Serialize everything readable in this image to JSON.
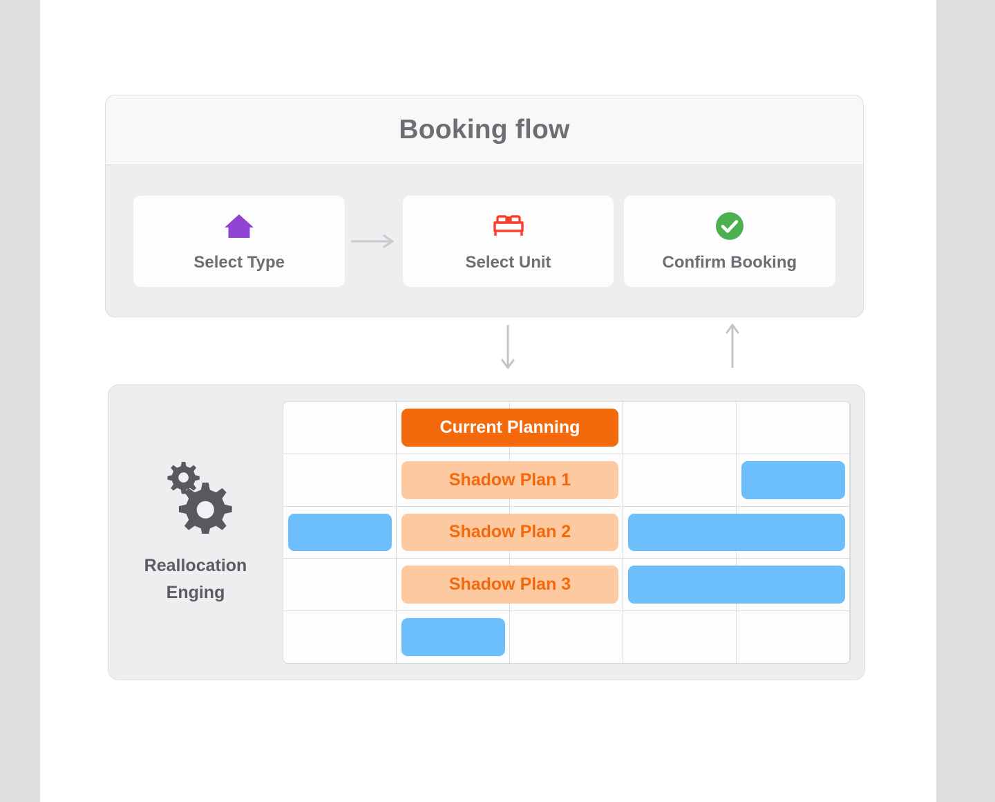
{
  "theme": {
    "page_background": "#ffffff",
    "outer_background": "#dededc",
    "card_background": "#edeef0",
    "header_background": "#f8f8f9",
    "text_muted": "#6d6e73",
    "accent_orange": "#f4690b",
    "accent_peach": "#fcc9a0",
    "accent_blue": "#6cbffa",
    "accent_purple": "#8e44d0",
    "accent_red": "#f8402f",
    "accent_green": "#4caf50",
    "border": "#d9dade"
  },
  "flow": {
    "title": "Booking flow",
    "arrow_icon": "arrow-right-icon",
    "steps": [
      {
        "id": "select-type",
        "label": "Select Type",
        "icon": "home-icon",
        "icon_color": "#8e44d0"
      },
      {
        "id": "select-unit",
        "label": "Select Unit",
        "icon": "bed-icon",
        "icon_color": "#f8402f"
      },
      {
        "id": "confirm-booking",
        "label": "Confirm Booking",
        "icon": "check-circle-icon",
        "icon_color": "#4caf50"
      }
    ]
  },
  "connectors": [
    {
      "id": "flow-to-engine",
      "icon": "arrow-down-icon",
      "direction": "down"
    },
    {
      "id": "engine-to-flow",
      "icon": "arrow-up-icon",
      "direction": "up"
    }
  ],
  "engine": {
    "icon": "gears-icon",
    "label_line1": "Reallocation",
    "label_line2": "Enging"
  },
  "grid": {
    "columns": 5,
    "rows": [
      {
        "id": "row-current-planning",
        "bars": [
          {
            "name": "current-planning-bar",
            "label": "Current Planning",
            "style": "current",
            "col_start": 2,
            "col_span": 2
          }
        ]
      },
      {
        "id": "row-shadow-plan-1",
        "bars": [
          {
            "name": "shadow-plan-1-bar",
            "label": "Shadow Plan 1",
            "style": "shadow",
            "col_start": 2,
            "col_span": 2
          },
          {
            "name": "allocation-block",
            "label": "",
            "style": "blue",
            "col_start": 5,
            "col_span": 1
          }
        ]
      },
      {
        "id": "row-shadow-plan-2",
        "bars": [
          {
            "name": "allocation-block",
            "label": "",
            "style": "blue",
            "col_start": 1,
            "col_span": 1
          },
          {
            "name": "shadow-plan-2-bar",
            "label": "Shadow Plan 2",
            "style": "shadow",
            "col_start": 2,
            "col_span": 2
          },
          {
            "name": "allocation-block",
            "label": "",
            "style": "blue",
            "col_start": 4,
            "col_span": 2
          }
        ]
      },
      {
        "id": "row-shadow-plan-3",
        "bars": [
          {
            "name": "shadow-plan-3-bar",
            "label": "Shadow Plan 3",
            "style": "shadow",
            "col_start": 2,
            "col_span": 2
          },
          {
            "name": "allocation-block",
            "label": "",
            "style": "blue",
            "col_start": 4,
            "col_span": 2
          }
        ]
      },
      {
        "id": "row-empty",
        "bars": [
          {
            "name": "allocation-block",
            "label": "",
            "style": "blue",
            "col_start": 2,
            "col_span": 1
          }
        ]
      }
    ]
  }
}
